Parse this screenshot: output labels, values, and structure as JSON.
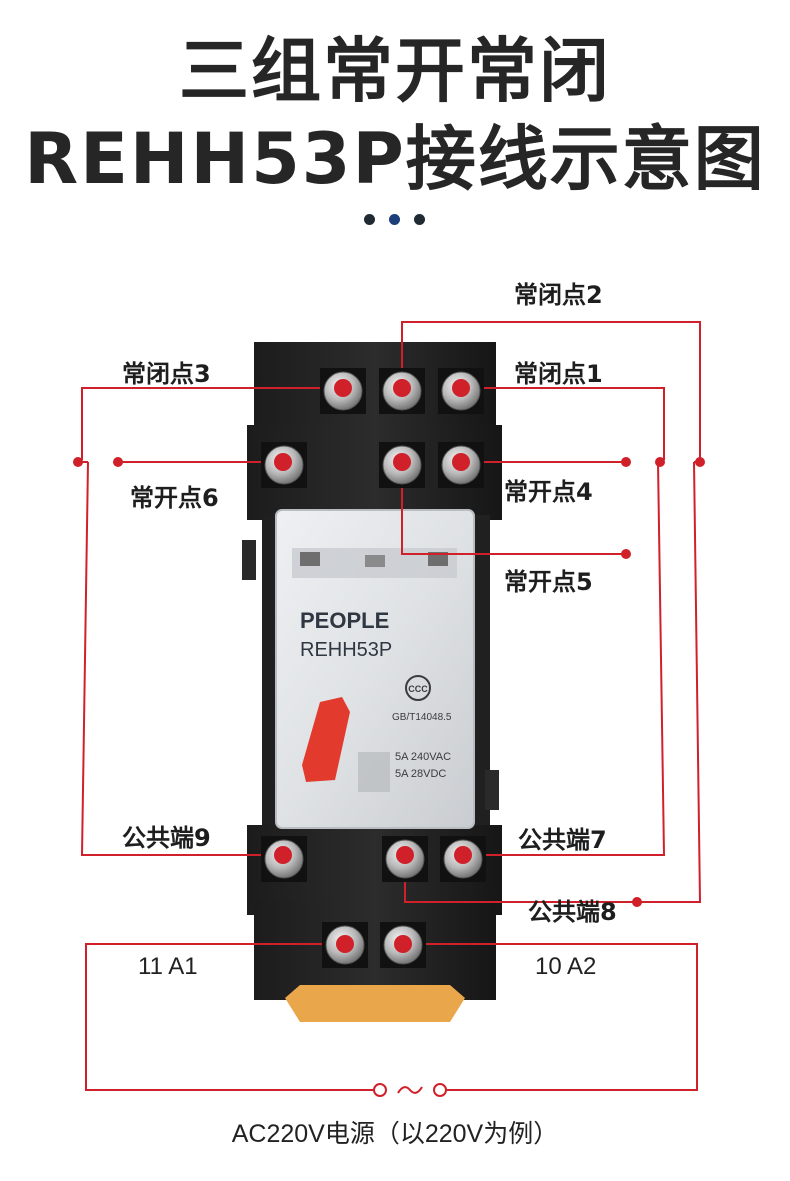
{
  "title": {
    "line1": "三组常开常闭",
    "line2": "REHH53P接线示意图"
  },
  "labels": {
    "nc2": "常闭点2",
    "nc3": "常闭点3",
    "nc1": "常闭点1",
    "no6": "常开点6",
    "no4": "常开点4",
    "no5": "常开点5",
    "com9": "公共端9",
    "com7": "公共端7",
    "com8": "公共端8",
    "a1": "11 A1",
    "a2": "10 A2"
  },
  "relay": {
    "brand": "PEOPLE",
    "model": "REHH53P",
    "cert": "CCC",
    "standard": "GB/T14048.5",
    "rating1": "5A  240VAC",
    "rating2": "5A  28VDC"
  },
  "power": {
    "symbol": "~",
    "caption": "AC220V电源（以220V为例）"
  },
  "colors": {
    "wire": "#d0202a",
    "title": "#262626",
    "accent_dot": "#1c3f7a"
  }
}
